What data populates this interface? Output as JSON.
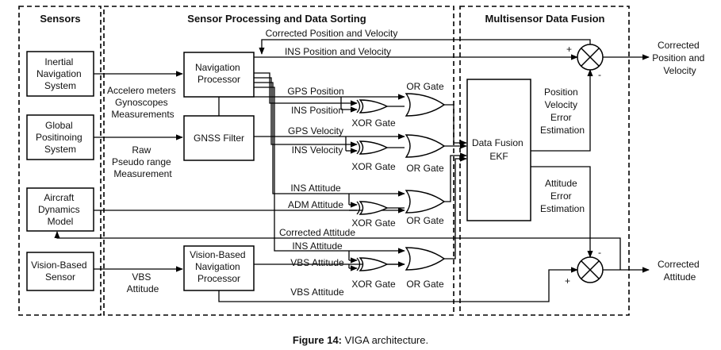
{
  "sections": {
    "sensors": "Sensors",
    "processing": "Sensor Processing and Data Sorting",
    "fusion": "Multisensor Data Fusion"
  },
  "boxes": {
    "ins": [
      "Inertial",
      "Navigation",
      "System"
    ],
    "gps": [
      "Global",
      "Positinoing",
      "System"
    ],
    "adm": [
      "Aircraft",
      "Dynamics",
      "Model"
    ],
    "vbs": [
      "Vision-Based",
      "Sensor"
    ],
    "nav_proc": [
      "Navigation",
      "Processor"
    ],
    "gnss": [
      "GNSS Filter"
    ],
    "vbnp": [
      "Vision-Based",
      "Navigation",
      "Processor"
    ],
    "ekf": [
      "Data Fusion",
      "EKF"
    ]
  },
  "labels": {
    "accel": [
      "Accelero meters",
      "Gynoscopes",
      "Measurements"
    ],
    "raw": [
      "Raw",
      "Pseudo range",
      "Measurement"
    ],
    "vbs_att": [
      "VBS",
      "Attitude"
    ],
    "corr_pv_top": "Corrected Position and Velocity",
    "ins_pv": "INS Position and Velocity",
    "gps_pos": "GPS Position",
    "ins_pos": "INS Position",
    "gps_vel": "GPS Velocity",
    "ins_vel": "INS Velocity",
    "ins_att": "INS Attitude",
    "adm_att": "ADM Attitude",
    "corr_att": "Corrected Attitude",
    "ins_att2": "INS Attitude",
    "vbs_att2": "VBS Attitude",
    "vbs_att3": "VBS Attitude",
    "or_gate": "OR Gate",
    "xor_gate": "XOR Gate",
    "pv_err": [
      "Position",
      "Velocity",
      "Error",
      "Estimation"
    ],
    "att_err": [
      "Attitude",
      "Error",
      "Estimation"
    ],
    "out_pv": [
      "Corrected",
      "Position and",
      "Velocity"
    ],
    "out_att": [
      "Corrected",
      "Attitude"
    ],
    "plus": "+",
    "minus": "-"
  },
  "caption": {
    "prefix": "Figure 14:",
    "text": " VIGA architecture."
  }
}
